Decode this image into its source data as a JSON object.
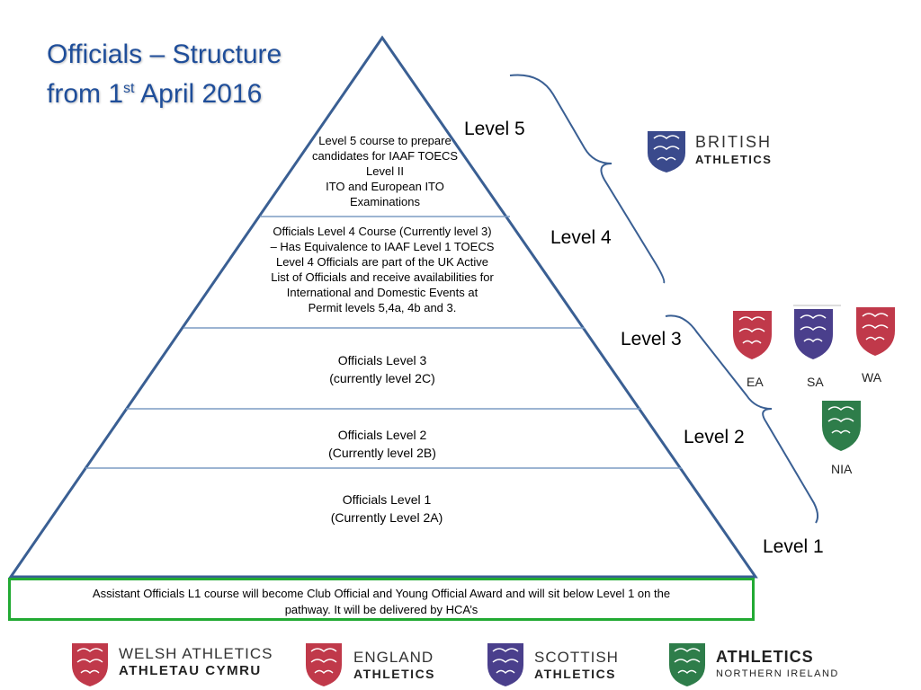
{
  "title": {
    "line1": "Officials – Structure",
    "line2_pre": "from 1",
    "line2_sup": "st",
    "line2_post": " April 2016"
  },
  "tiers": [
    {
      "lines": [
        "Level 5 course to prepare",
        "candidates for IAAF TOECS",
        "Level II",
        "ITO and European ITO",
        "Examinations"
      ]
    },
    {
      "lines": [
        "Officials Level 4 Course (Currently level 3)",
        "– Has Equivalence to IAAF Level 1 TOECS",
        "Level 4 Officials are part of the UK Active",
        "List of Officials and receive availabilities for",
        "International and Domestic Events at",
        "Permit levels 5,4a, 4b and 3."
      ]
    },
    {
      "lines": [
        "Officials Level 3",
        "(currently level 2C)"
      ]
    },
    {
      "lines": [
        "Officials Level 2",
        "(Currently level 2B)"
      ]
    },
    {
      "lines": [
        "Officials Level 1",
        "(Currently Level 2A)"
      ]
    }
  ],
  "level_labels": [
    "Level 5",
    "Level 4",
    "Level 3",
    "Level 2",
    "Level 1"
  ],
  "crests": {
    "ea": "EA",
    "sa": "SA",
    "wa": "WA",
    "nia": "NIA"
  },
  "british": {
    "top": "BRITISH",
    "bottom": "ATHLETICS"
  },
  "footer": {
    "line1": "Assistant Officials L1 course will become Club Official and Young Official Award and will sit below Level 1 on the",
    "line2": "pathway.  It will be delivered by HCA’s"
  },
  "brands": {
    "welsh": {
      "top": "WELSH ATHLETICS",
      "bottom": "ATHLETAU CYMRU"
    },
    "england": {
      "top": "ENGLAND",
      "bottom": "ATHLETICS"
    },
    "scottish": {
      "top": "SCOTTISH",
      "bottom": "ATHLETICS"
    },
    "ni": {
      "top": "ATHLETICS",
      "bottom": "NORTHERN IRELAND"
    }
  },
  "colors": {
    "title": "#1f4e9a",
    "pyramid_line": "#3a5f93",
    "divider": "#7b9bc4",
    "footer_border": "#22aa33",
    "crest_red": "#c0394a",
    "crest_purple": "#4a3f8c",
    "crest_green": "#2e7d4a",
    "crest_blue": "#3a4a8c"
  }
}
